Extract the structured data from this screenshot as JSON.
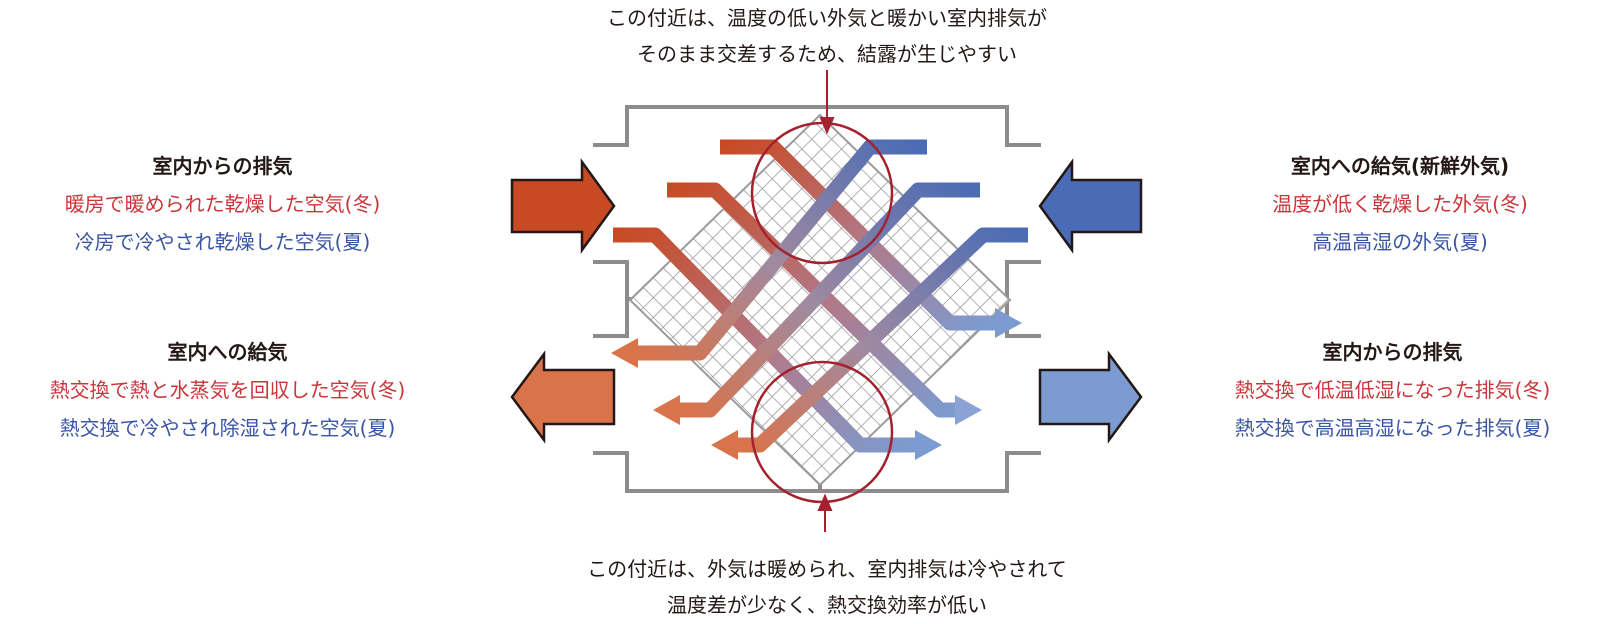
{
  "top_note": {
    "line1": "この付近は、温度の低い外気と暖かい室内排気が",
    "line2": "そのまま交差するため、結露が生じやすい"
  },
  "bottom_note": {
    "line1": "この付近は、外気は暖められ、室内排気は冷やされて",
    "line2": "温度差が少なく、熱交換効率が低い"
  },
  "left_top": {
    "heading": "室内からの排気",
    "winter": "暖房で暖められた乾燥した空気(冬)",
    "summer": "冷房で冷やされ乾燥した空気(夏)"
  },
  "left_bottom": {
    "heading": "室内への給気",
    "winter": "熱交換で熱と水蒸気を回収した空気(冬)",
    "summer": "熱交換で冷やされ除湿された空気(夏)"
  },
  "right_top": {
    "heading": "室内への給気(新鮮外気)",
    "winter": "温度が低く乾燥した外気(冬)",
    "summer": "高温高湿の外気(夏)"
  },
  "right_bottom": {
    "heading": "室内からの排気",
    "winter": "熱交換で低温低湿になった排気(冬)",
    "summer": "熱交換で高温高湿になった排気(夏)"
  },
  "colors": {
    "warm": "#c84a24",
    "warm_light": "#d9734a",
    "cool": "#4a6bb5",
    "cool_light": "#7c9bd0",
    "circle": "#a3222e",
    "duct": "#8c8c8c",
    "grid": "#9a9a9a"
  }
}
